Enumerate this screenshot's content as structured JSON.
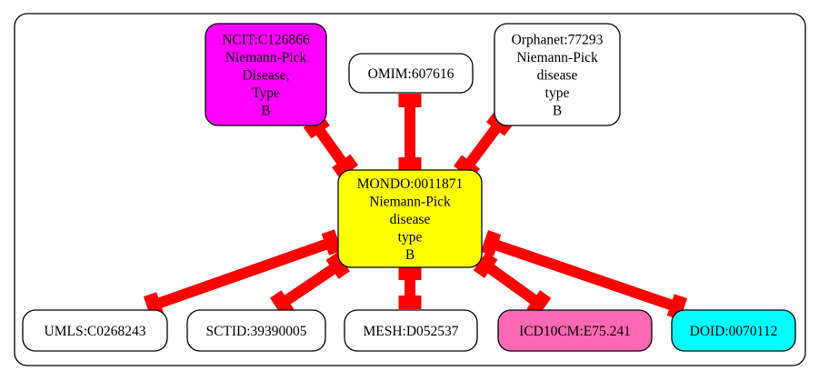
{
  "graph": {
    "central": {
      "lines": [
        "MONDO:0011871",
        "Niemann-Pick",
        "disease",
        "type",
        "B"
      ],
      "fill": "#ffff00"
    },
    "nodes": [
      {
        "id": "ncit",
        "lines": [
          "NCIT:C126866",
          "Niemann-Pick",
          "Disease,",
          "Type",
          "B"
        ],
        "fill": "#ff00ff"
      },
      {
        "id": "omim",
        "lines": [
          "OMIM:607616"
        ],
        "fill": "#ffffff"
      },
      {
        "id": "orphanet",
        "lines": [
          "Orphanet:77293",
          "Niemann-Pick",
          "disease",
          "type",
          "B"
        ],
        "fill": "#ffffff"
      },
      {
        "id": "umls",
        "lines": [
          "UMLS:C0268243"
        ],
        "fill": "#ffffff"
      },
      {
        "id": "sctid",
        "lines": [
          "SCTID:39390005"
        ],
        "fill": "#ffffff"
      },
      {
        "id": "mesh",
        "lines": [
          "MESH:D052537"
        ],
        "fill": "#ffffff"
      },
      {
        "id": "icd10cm",
        "lines": [
          "ICD10CM:E75.241"
        ],
        "fill": "#ff69b4"
      },
      {
        "id": "doid",
        "lines": [
          "DOID:0070112"
        ],
        "fill": "#00ffff"
      }
    ],
    "edge_color": "#ff0000"
  }
}
